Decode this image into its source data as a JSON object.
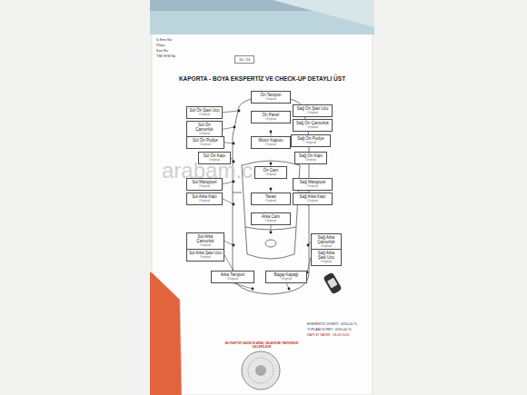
{
  "diagram": {
    "title": "KAPORTA - BOYA EKSPERTİZ VE CHECK-UP DETAYLI ÜST",
    "nodes": [
      {
        "text": [
          "Ön Tampon",
          "Orijinal"
        ]
      },
      {
        "text": [
          "Sol Ön Şasi Ucu",
          "Orijinal"
        ]
      },
      {
        "text": [
          "Sağ Ön Şasi Ucu",
          "Orijinal"
        ]
      },
      {
        "text": [
          "Ön Panel",
          "Orijinal"
        ]
      },
      {
        "text": [
          "Sol Ön Çamurluk",
          "Orijinal"
        ]
      },
      {
        "text": [
          "Sağ Ön Çamurluk",
          "Orijinal"
        ]
      },
      {
        "text": [
          "Sol Ön Podye",
          "Orijinal"
        ]
      },
      {
        "text": [
          "Sağ Ön Podye",
          "Orijinal"
        ]
      },
      {
        "text": [
          "Motor Kaputu",
          "Orijinal"
        ]
      },
      {
        "text": [
          "Sol Ön Kapı",
          "Orijinal"
        ]
      },
      {
        "text": [
          "Sağ Ön Kapı",
          "Orijinal"
        ]
      },
      {
        "text": [
          "Ön Cam",
          "Orijinal"
        ]
      },
      {
        "text": [
          "Sol Marşpiyel",
          "Orijinal"
        ]
      },
      {
        "text": [
          "Sağ Marşpiyel",
          "Orijinal"
        ]
      },
      {
        "text": [
          "Sol Arka Kapı",
          "Orijinal"
        ]
      },
      {
        "text": [
          "Sağ Arka Kapı",
          "Orijinal"
        ]
      },
      {
        "text": [
          "Tavan",
          "Orijinal"
        ]
      },
      {
        "text": [
          "Arka Cam",
          "Orijinal"
        ]
      },
      {
        "text": [
          "Sol Arka Çamurluk",
          "Orijinal"
        ]
      },
      {
        "text": [
          "Sağ Arka Çamurluk",
          "Orijinal"
        ]
      },
      {
        "text": [
          "Sol Arka Şasi Ucu",
          "Orijinal"
        ]
      },
      {
        "text": [
          "Sağ Arka Şasi Ucu",
          "Orijinal"
        ]
      },
      {
        "text": [
          "Arka Tampon",
          "Orijinal"
        ]
      },
      {
        "text": [
          "Bagaj Kapağı",
          "Orijinal"
        ]
      }
    ],
    "labels": [
      "İş Emri No:",
      "Plaka:",
      "Şasi No:",
      "TSE HYB No:",
      "10 / 24",
      "arabam.com",
      "EKSPERTİZ ÜCRETİ : 6250,00 TL",
      "TOPLAM ÜCRET : 6250,00 TL",
      "RAPOR TARİHİ : 28.08.2024",
      "BU RAPOR SADECE ARAÇ MUAYENE TARİHİNDE GEÇERLİDİR"
    ]
  }
}
